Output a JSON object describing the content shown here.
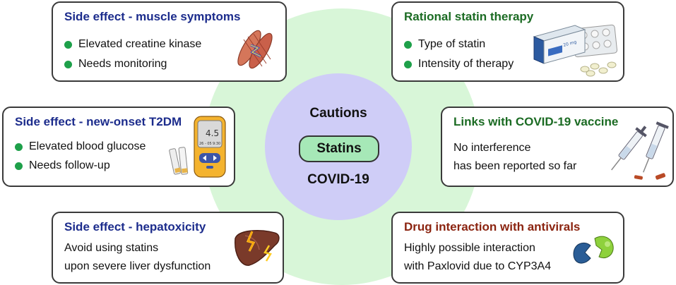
{
  "colors": {
    "blue_title": "#1c2c8c",
    "green_title": "#1b6b23",
    "red_title": "#8b2410",
    "bullet": "#1ea04a",
    "outer_circle": "#d8f6d8",
    "inner_circle": "#cfcdf7",
    "pill": "#a6e8b7"
  },
  "center": {
    "top_label": "Cautions",
    "pill_label": "Statins",
    "bottom_label": "COVID-19"
  },
  "cards": {
    "muscle": {
      "title": "Side effect - muscle symptoms",
      "items": [
        "Elevated creatine kinase",
        "Needs monitoring"
      ],
      "icon": "muscle-icon"
    },
    "t2dm": {
      "title": "Side effect - new-onset T2DM",
      "items": [
        "Elevated blood glucose",
        "Needs follow-up"
      ],
      "icon": "glucose-meter-icon",
      "meter_value": "4.5",
      "meter_date": "26 - 05",
      "meter_time": "9:30"
    },
    "hepato": {
      "title": "Side effect - hepatoxicity",
      "lines": [
        "Avoid using statins",
        "upon severe liver dysfunction"
      ],
      "icon": "liver-icon"
    },
    "rational": {
      "title": "Rational statin therapy",
      "items": [
        "Type of statin",
        "Intensity of therapy"
      ],
      "icon": "pill-box-icon",
      "box_label": "20 mg"
    },
    "vaccine": {
      "title": "Links with COVID-19 vaccine",
      "lines": [
        "No interference",
        "has been reported so far"
      ],
      "icon": "syringe-icon"
    },
    "antiviral": {
      "title": "Drug interaction with antivirals",
      "lines": [
        "Highly possible interaction",
        "with Paxlovid due to CYP3A4"
      ],
      "icon": "molecule-interaction-icon"
    }
  }
}
